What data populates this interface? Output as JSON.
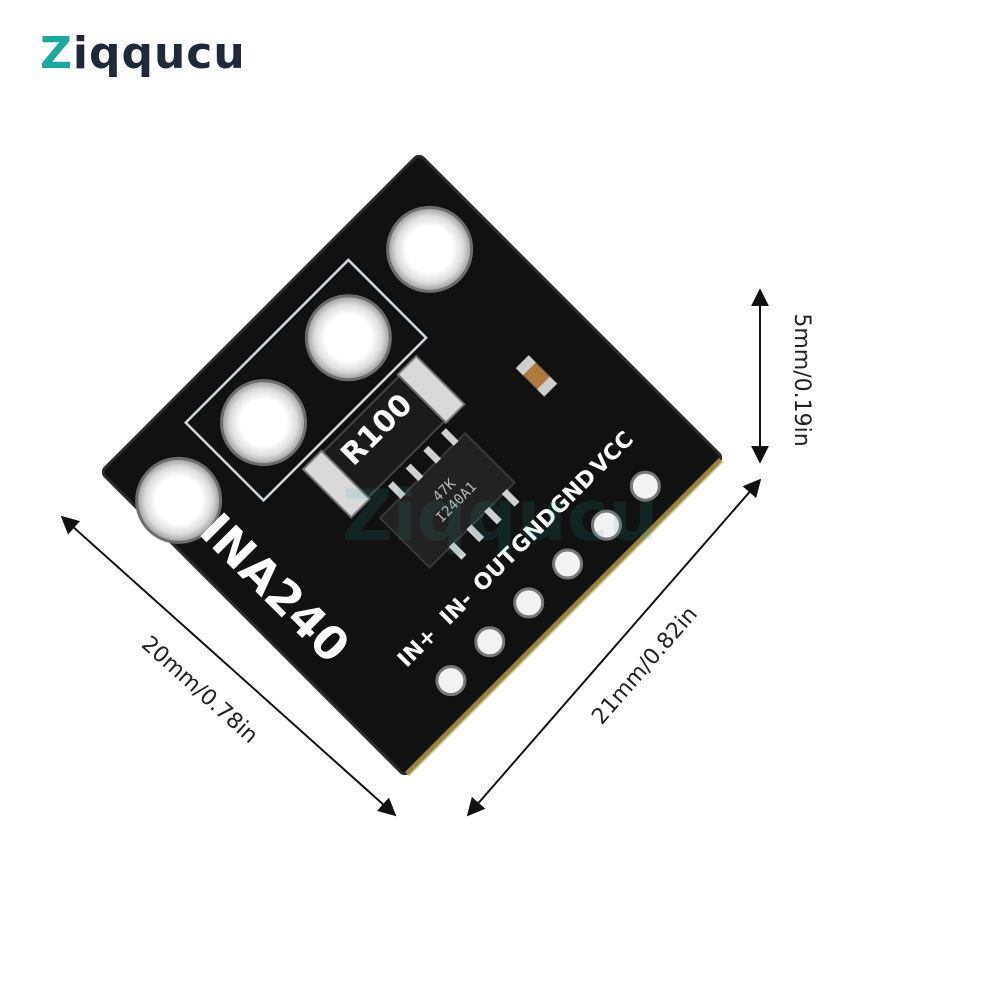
{
  "brand": {
    "logo_text": "Ziqqucu",
    "logo_primary_color": "#1aa9a1",
    "logo_secondary_color": "#1e2a3a",
    "watermark_text": "Ziqqucu"
  },
  "board": {
    "model_label": "INA240",
    "resistor_marking": "R100",
    "chip_marking_line1": "47K",
    "chip_marking_line2": "I240A1",
    "pcb_color": "#111111",
    "pin_labels": [
      "VCC",
      "GND",
      "GND",
      "OUT",
      "IN-",
      "IN+"
    ]
  },
  "dimensions": {
    "width_label": "20mm/0.78in",
    "length_label": "21mm/0.82in",
    "thickness_label": "5mm/0.19in"
  }
}
